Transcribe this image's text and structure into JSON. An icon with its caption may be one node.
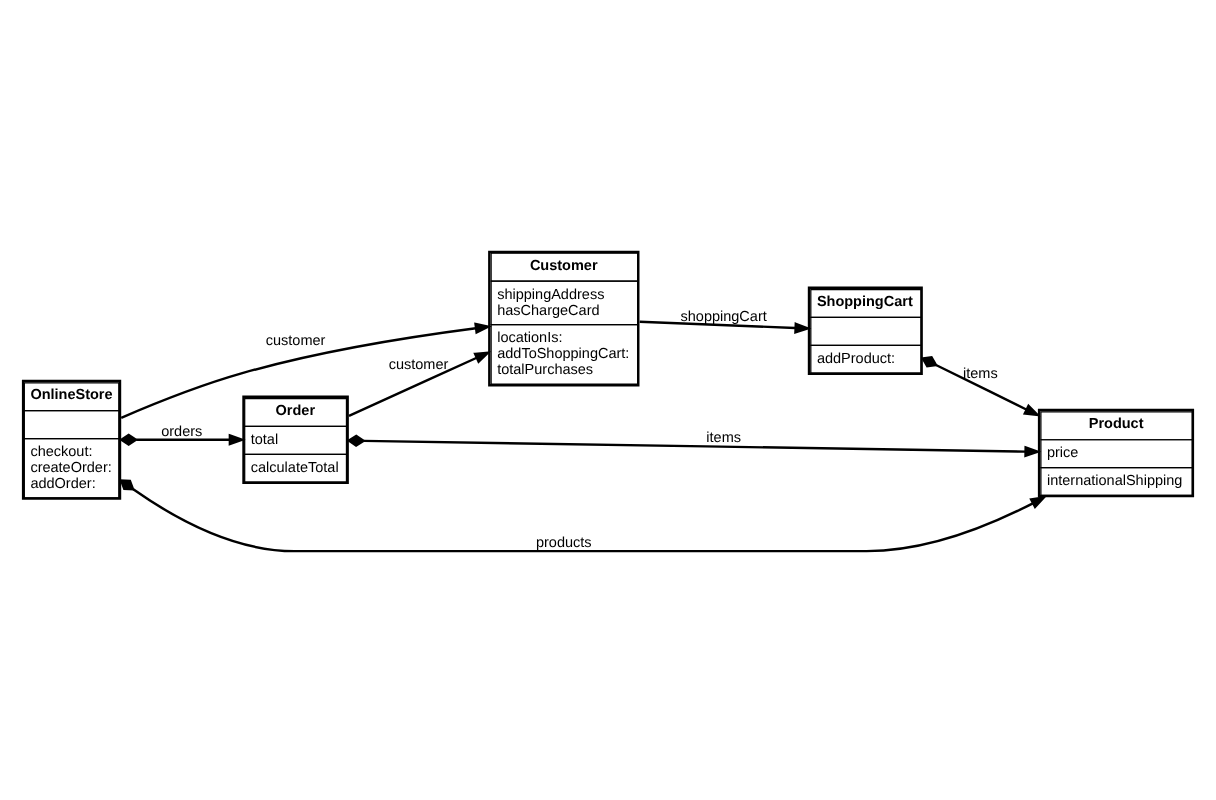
{
  "diagram": {
    "nodes": [
      {
        "text": [
          "Customer",
          "shippingAddress",
          "hasChargeCard",
          "locationIs:",
          "addToShoppingCart:",
          "totalPurchases"
        ]
      },
      {
        "text": [
          "Order",
          "total",
          "calculateTotal"
        ]
      },
      {
        "text": [
          "Product",
          "price",
          "internationalShipping"
        ]
      },
      {
        "text": [
          "OnlineStore",
          "checkout:",
          "createOrder:",
          "addOrder:"
        ]
      },
      {
        "text": [
          "ShoppingCart",
          "addProduct:"
        ]
      }
    ],
    "edges": [
      {
        "from": 1,
        "to": 0,
        "arrow": "to",
        "label": "customer"
      },
      {
        "from": 3,
        "to": 1,
        "arrow": "to",
        "label": "orders"
      },
      {
        "from": 1,
        "to": 2,
        "arrow": "to",
        "label": "items"
      },
      {
        "from": 3,
        "to": 0,
        "arrow": "to",
        "label": "customer"
      },
      {
        "from": 3,
        "to": 2,
        "arrow": "to",
        "label": "products"
      },
      {
        "from": 0,
        "to": 4,
        "arrow": "to",
        "label": "shoppingCart"
      },
      {
        "from": 4,
        "to": 2,
        "arrow": "to",
        "label": "items"
      }
    ]
  }
}
